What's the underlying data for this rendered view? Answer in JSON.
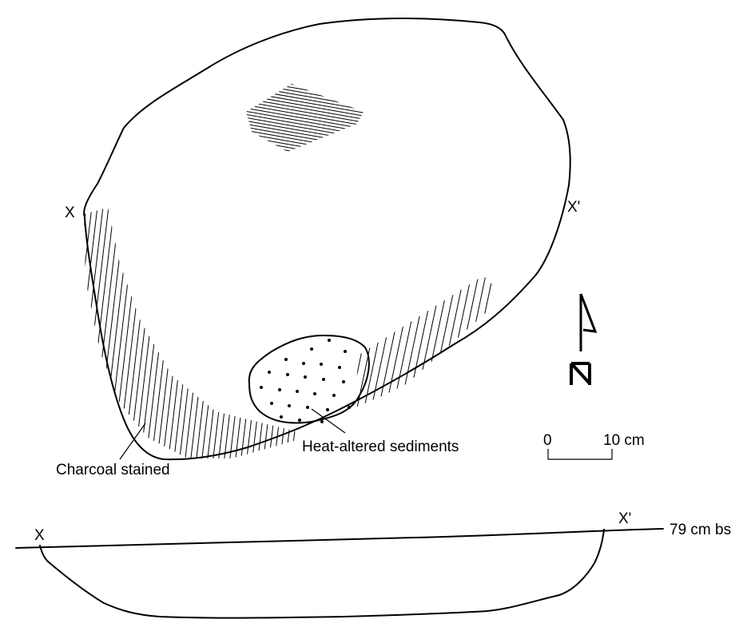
{
  "plan_view": {
    "section_end_left": "X",
    "section_end_right": "X'",
    "label_charcoal": "Charcoal stained",
    "label_heat": "Heat-altered sediments"
  },
  "north_arrow": {
    "letter": "N"
  },
  "scale_bar": {
    "tick_start": "0",
    "tick_end": "10 cm"
  },
  "profile_view": {
    "section_end_left": "X",
    "section_end_right": "X'",
    "datum_label": "79 cm bs"
  },
  "colors": {
    "ink": "#000000",
    "background": "#ffffff"
  }
}
